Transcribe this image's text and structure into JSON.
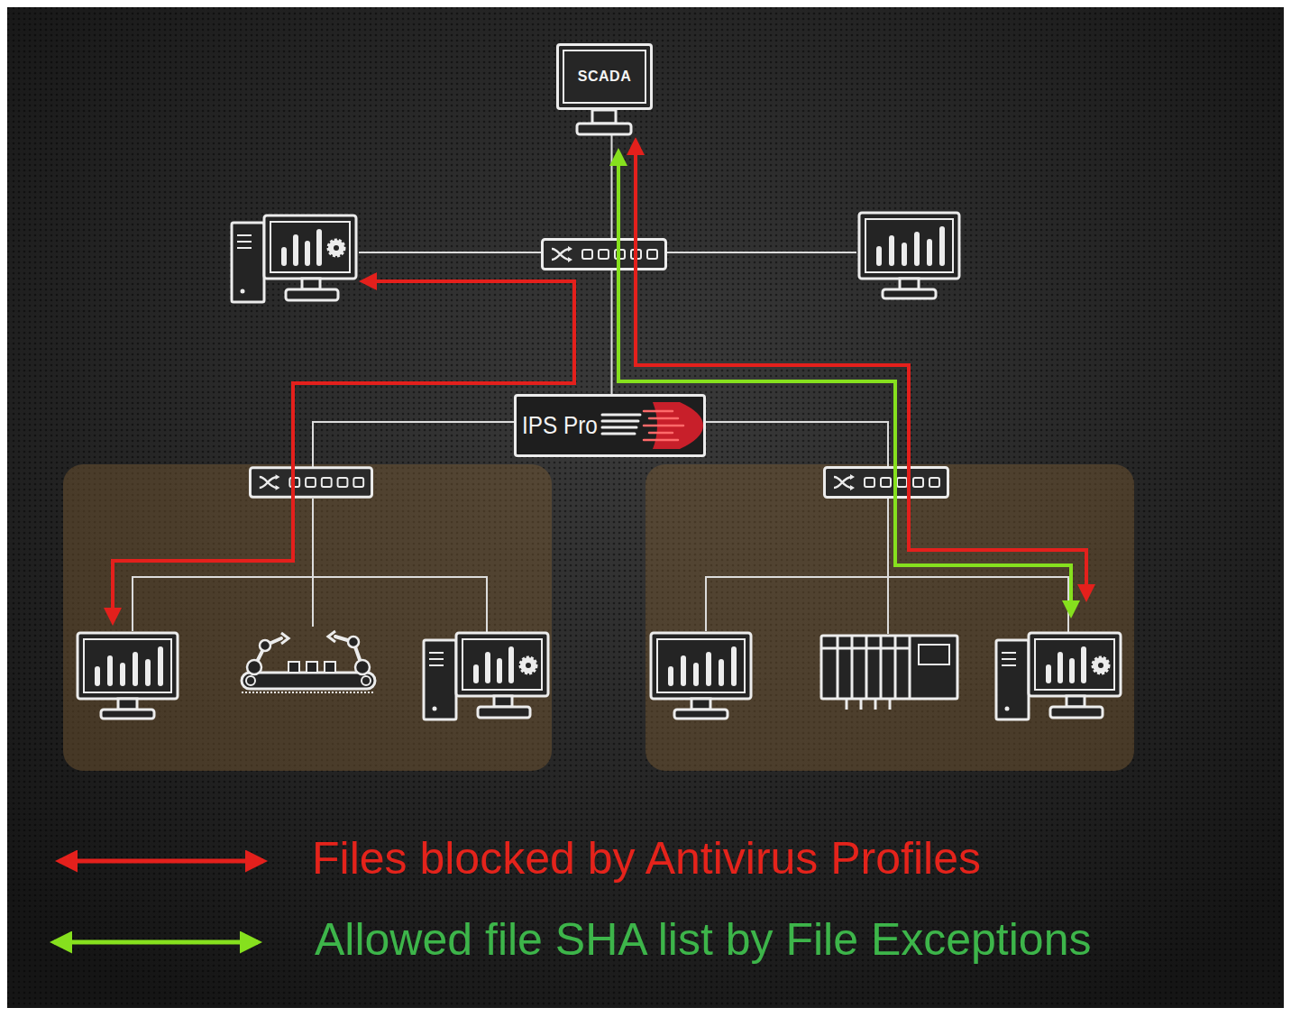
{
  "diagram": {
    "nodes": [
      {
        "text": [
          "SCADA"
        ]
      },
      {
        "text": [
          "IPS Pro"
        ]
      }
    ],
    "edges": [
      {
        "from": 0,
        "to": 1,
        "arrow": "none"
      }
    ],
    "legend": [
      {
        "text": "Files blocked by Antivirus Profiles"
      },
      {
        "text": "Allowed file SHA list by File Exceptions"
      }
    ]
  }
}
